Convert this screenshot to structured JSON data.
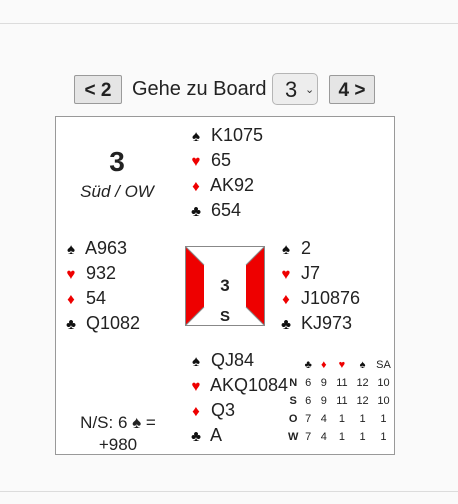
{
  "nav": {
    "prev_label": "< 2",
    "goto_label": "Gehe zu Board",
    "board_select_value": "3",
    "next_label": "4 >"
  },
  "board": {
    "number": "3",
    "dealer_vul": "Süd / OW",
    "north": {
      "spades": "K1075",
      "hearts": "65",
      "diamonds": "AK92",
      "clubs": "654"
    },
    "west": {
      "spades": "A963",
      "hearts": "932",
      "diamonds": "54",
      "clubs": "Q1082"
    },
    "east": {
      "spades": "2",
      "hearts": "J7",
      "diamonds": "J10876",
      "clubs": "KJ973"
    },
    "south": {
      "spades": "QJ84",
      "hearts": "AKQ1084",
      "diamonds": "Q3",
      "clubs": "A"
    },
    "compass": {
      "number": "3",
      "dealer_letter": "S"
    },
    "result": {
      "line1": "N/S: 6 ♠ =",
      "line2": "+980"
    }
  },
  "suits": {
    "spades": "♠",
    "hearts": "♥",
    "diamonds": "♦",
    "clubs": "♣"
  },
  "colors": {
    "red": "#e00000",
    "black": "#111111",
    "vul_red": "#ee0000"
  },
  "tricks": {
    "nt_label": "SA",
    "rows": [
      {
        "seat": "N",
        "values": [
          "6",
          "9",
          "11",
          "12",
          "10"
        ]
      },
      {
        "seat": "S",
        "values": [
          "6",
          "9",
          "11",
          "12",
          "10"
        ]
      },
      {
        "seat": "O",
        "values": [
          "7",
          "4",
          "1",
          "1",
          "1"
        ]
      },
      {
        "seat": "W",
        "values": [
          "7",
          "4",
          "1",
          "1",
          "1"
        ]
      }
    ]
  }
}
